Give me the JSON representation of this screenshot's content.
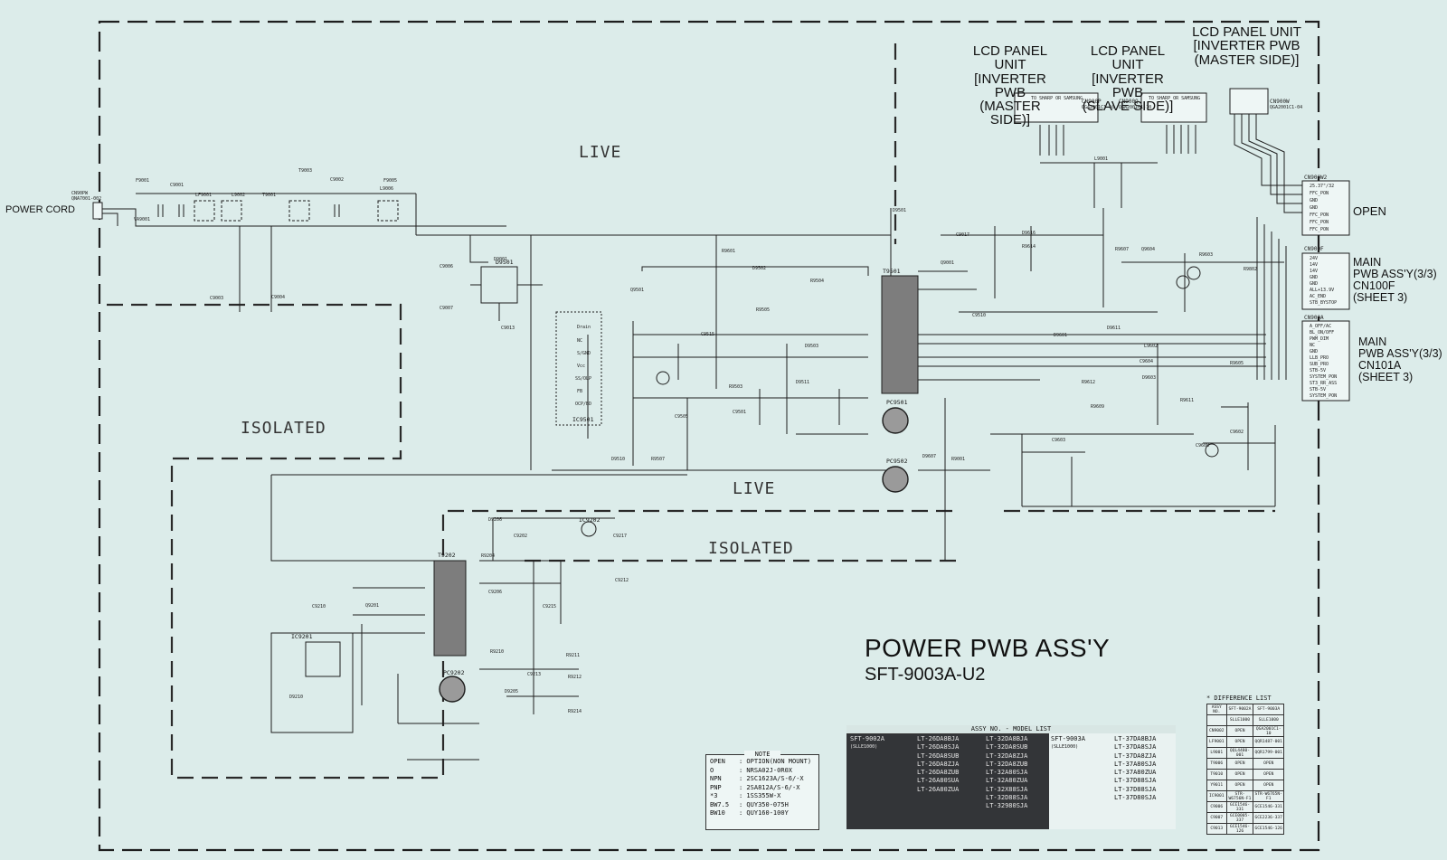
{
  "zones": {
    "live_top": "LIVE",
    "live_mid": "LIVE",
    "isolated_left": "ISOLATED",
    "isolated_mid": "ISOLATED"
  },
  "power_cord": {
    "label": "POWER CORD",
    "connector": "CN90PW",
    "part": "QNA7001-002"
  },
  "lcd_headers": {
    "master1": "LCD PANEL UNIT\n[INVERTER PWB\n(MASTER SIDE)]",
    "slave": "LCD PANEL UNIT\n[INVERTER PWB\n(SLAVE SIDE)]",
    "master2": "LCD PANEL UNIT\n[INVERTER PWB\n(MASTER SIDE)]"
  },
  "lcd_connectors": {
    "cn900p": "CN900P",
    "cn900q": "CN900Q",
    "cn900w": "CN900W",
    "cn900p_part": "QGA2001C1-10",
    "cn900q_part": "QGA2001C1-10",
    "cn900w_part": "QGA2001C1-04",
    "to_sharp_1": "TO SHARP OR SAMSUNG",
    "to_sharp_2": "TO SHARP OR SAMSUNG"
  },
  "right_side": {
    "open": "OPEN",
    "main1": "MAIN\nPWB ASS'Y(3/3)\nCN100F\n(SHEET 3)",
    "main2": "MAIN\nPWB ASS'Y(3/3)\nCN101A\n(SHEET 3)"
  },
  "right_connectors": {
    "cn900w2": "CN900W2",
    "cn900f": "CN900F",
    "cn900a": "CN900A",
    "cn900w2_pins": [
      "25.37\"/32",
      "FFC_PON",
      "GND",
      "GND",
      "FFC_PON",
      "FFC_PON",
      "FFC_PON"
    ],
    "cn900f_pins": [
      "24V",
      "14V",
      "14V",
      "GND",
      "GND",
      "ALL+13.9V",
      "AC_END",
      "STB_BYSTOP"
    ],
    "cn900a_pins": [
      "A_OFF/AC",
      "BL_ON/OFF",
      "PWM_DIM",
      "NC",
      "GND",
      "LLB_PRO",
      "SUB_PRO",
      "STB-5V",
      "SYSTEM_PON",
      "ST3_RR_ASS",
      "STB-5V",
      "SYSTEM_PON"
    ]
  },
  "ic_labels": {
    "ic9501": "IC9501",
    "ic9501_pins": [
      "Drain",
      "NC",
      "S/GND",
      "Vcc",
      "SS/OLP",
      "FB",
      "OCP/BD"
    ],
    "ic9201": "IC9201",
    "ic9202": "IC9202",
    "t9501": "T9501",
    "t9202": "T9202",
    "d9501": "D9501",
    "pc9501": "PC9501",
    "pc9502": "PC9502",
    "pc9202": "PC9202"
  },
  "components": [
    "F9001",
    "VA9001",
    "C9001",
    "LF9001",
    "L9002",
    "T9001",
    "C9002",
    "C9003",
    "C9004",
    "F9005",
    "T9003",
    "L9006",
    "C9006",
    "C9007",
    "D9001",
    "C9013",
    "Q9501",
    "R9601",
    "D9502",
    "C9515",
    "R9504",
    "R9505",
    "D9503",
    "R9503",
    "C9501",
    "D9510",
    "R9507",
    "C9505",
    "D9511",
    "C9210",
    "Q9201",
    "D9206",
    "C9202",
    "R9204",
    "C9206",
    "L9001",
    "C9017",
    "R9614",
    "D9616",
    "Q9604",
    "R9603",
    "R9607",
    "C9510",
    "D9601",
    "R9612",
    "R9609",
    "C9603",
    "D9611",
    "L9602",
    "C9604",
    "D9603",
    "R9611",
    "R9605",
    "C9602",
    "C9608",
    "Q9001",
    "R9001",
    "D9501",
    "D9607",
    "R9802",
    "C9217",
    "C9212",
    "C9213",
    "D9205",
    "C9215",
    "R9210",
    "R9211",
    "R9212",
    "D9210",
    "R9214"
  ],
  "title": "POWER PWB ASS'Y",
  "subtitle": "SFT-9003A-U2",
  "note": {
    "title": "NOTE",
    "rows": [
      [
        "OPEN",
        ": OPTION(NON MOUNT)"
      ],
      [
        "O",
        ": NRSA02J-0R0X"
      ],
      [
        "NPN",
        ": 2SC1623A/S-6/-X"
      ],
      [
        "PNP",
        ": 2SA812A/S-6/-X"
      ],
      [
        "*3",
        ": 1SS355W-X"
      ],
      [
        "BW7.5",
        ": QUY350-075H"
      ],
      [
        "BW10",
        ": QUY160-100Y"
      ]
    ]
  },
  "model_list": {
    "header": "ASSY NO. - MODEL LIST",
    "assy1": "SFT-9002A",
    "assy1_sub": "(SLLE1000)",
    "assy2": "SFT-9003A",
    "assy2_sub": "(SLLE1000)",
    "col1": [
      "LT-26DA8BJA",
      "LT-26DA8SJA",
      "LT-26DA8SUB",
      "LT-26DA8ZJA",
      "LT-26DA8ZUB",
      "LT-26A80SUA",
      "LT-26A80ZUA"
    ],
    "col2": [
      "LT-32DA8BJA",
      "LT-32DA8SUB",
      "LT-32DA8ZJA",
      "LT-32DA8ZUB",
      "LT-32A80SJA",
      "LT-32A80ZUA",
      "LT-32X88SJA",
      "LT-32D88SJA",
      "LT-32980SJA"
    ],
    "col3": [
      "LT-37DA8BJA",
      "LT-37DA8SJA",
      "LT-37DA8ZJA",
      "LT-37A80SJA",
      "LT-37A80ZUA",
      "LT-37D88SJA",
      "LT-37D88SJA",
      "LT-37D80SJA"
    ]
  },
  "difference_list": {
    "title": "* DIFFERENCE LIST",
    "head": [
      "ASSY NO.",
      "SFT-9002A",
      "SFT-9003A"
    ],
    "rows": [
      [
        "",
        "SLLE1000",
        "SLLE1000"
      ],
      [
        "CN9002",
        "OPEN",
        "QGA2001C1-10"
      ],
      [
        "LF9001",
        "OPEN",
        "QQR1487-001"
      ],
      [
        "L9001",
        "QQL4480-001",
        "QQR1799-001"
      ],
      [
        "T9006",
        "OPEN",
        "OPEN"
      ],
      [
        "T9010",
        "OPEN",
        "OPEN"
      ],
      [
        "Y9011",
        "OPEN",
        "OPEN"
      ],
      [
        "IC9001",
        "STR-W6756N-F1",
        "STR-W6765N-F1"
      ],
      [
        "C9006",
        "GCE1546-331",
        "GCE1546-331"
      ],
      [
        "C9007",
        "GCE0005-337",
        "GCE2236-337"
      ],
      [
        "C9013",
        "GCE1546-126",
        "GCE1546-126"
      ]
    ]
  },
  "colors": {
    "background": "#dcecea",
    "line": "#1e1e1e",
    "dash": "#2a2a2a",
    "ic_fill": "#7d7d7d",
    "model_dark": "#333538"
  }
}
